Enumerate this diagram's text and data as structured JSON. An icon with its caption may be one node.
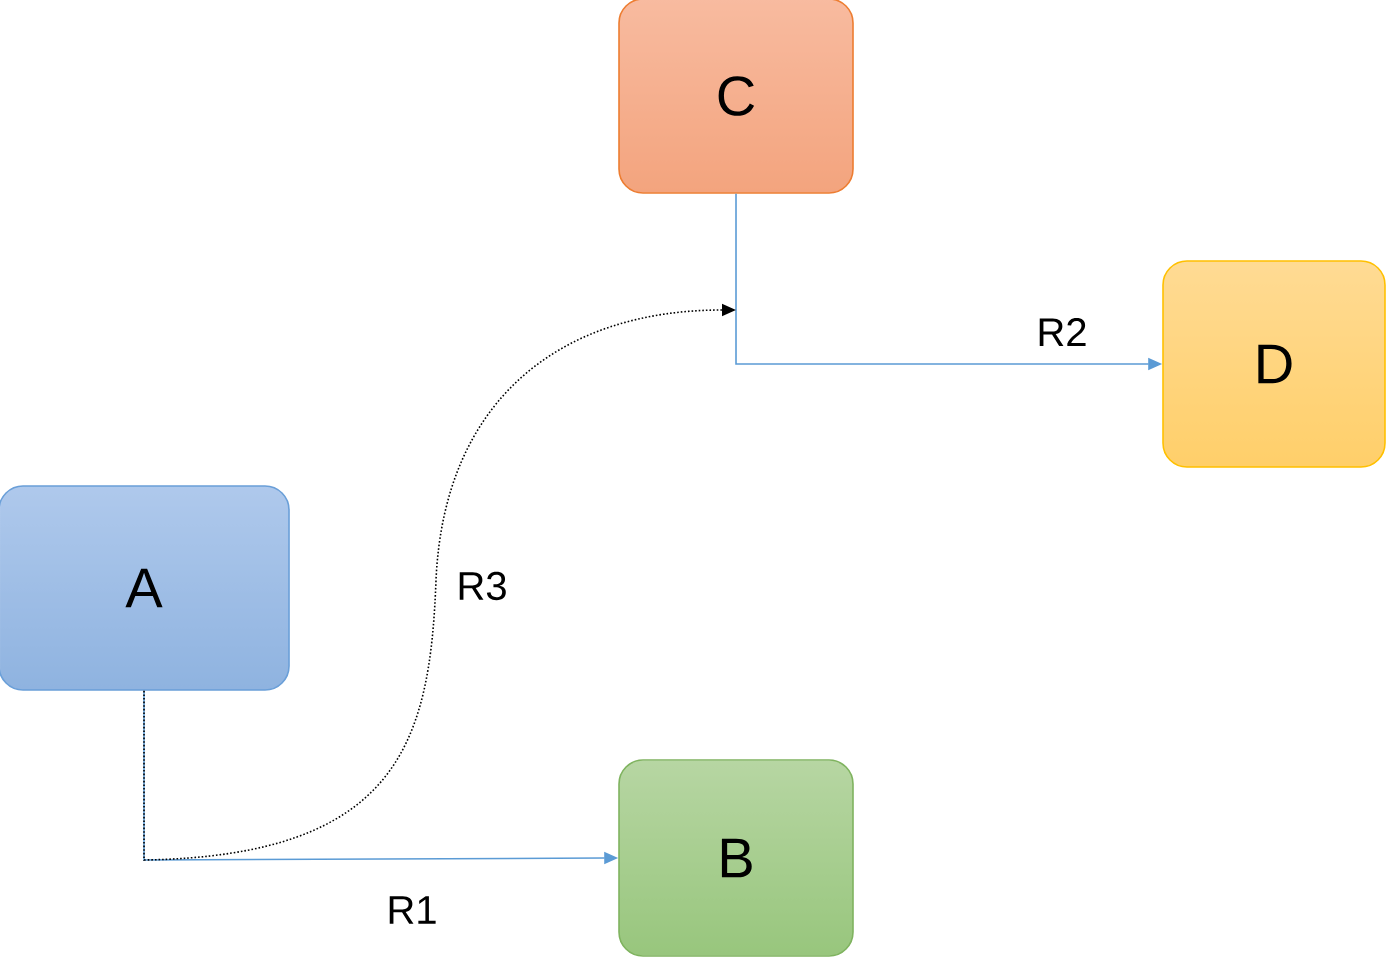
{
  "diagram": {
    "nodes": [
      {
        "text": [
          "A"
        ]
      },
      {
        "text": [
          "B"
        ]
      },
      {
        "text": [
          "C"
        ]
      },
      {
        "text": [
          "D"
        ]
      }
    ],
    "edges": [
      {
        "from": 0,
        "to": 1,
        "arrow": "to",
        "label": "R1"
      },
      {
        "from": 2,
        "to": 3,
        "arrow": "to",
        "label": "R2"
      },
      {
        "from": 0,
        "to": null,
        "arrow": "to",
        "label": "R3",
        "style": "dashed",
        "color": "#000000"
      }
    ]
  }
}
